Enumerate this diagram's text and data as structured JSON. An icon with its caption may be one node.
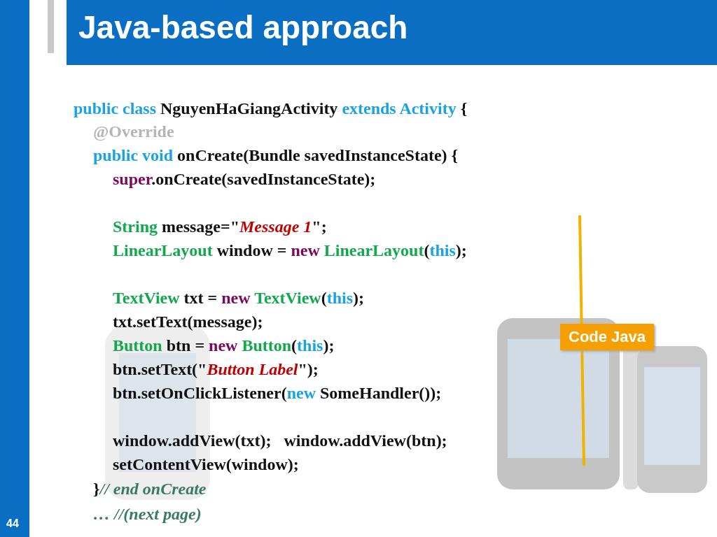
{
  "diagram": {
    "title": "Java-based approach",
    "labels": [
      "public class NguyenHaGiangActivity extends Activity {",
      "@Override",
      "public void onCreate(Bundle savedInstanceState) {",
      "super.onCreate(savedInstanceState);",
      "String message=\"*Message 1*\";",
      "LinearLayout window = new LinearLayout(this);",
      "TextView txt = new TextView(this);",
      "txt.setText(message);",
      "Button btn = new Button(this);",
      "btn.setText(\"*Button Label*\");",
      "btn.setOnClickListener(new SomeHandler());",
      "window.addView(txt);   window.addView(btn);",
      "setContentView(window);",
      "}*// end onCreate*",
      "… //(next page)",
      "Code Java",
      "44"
    ]
  }
}
